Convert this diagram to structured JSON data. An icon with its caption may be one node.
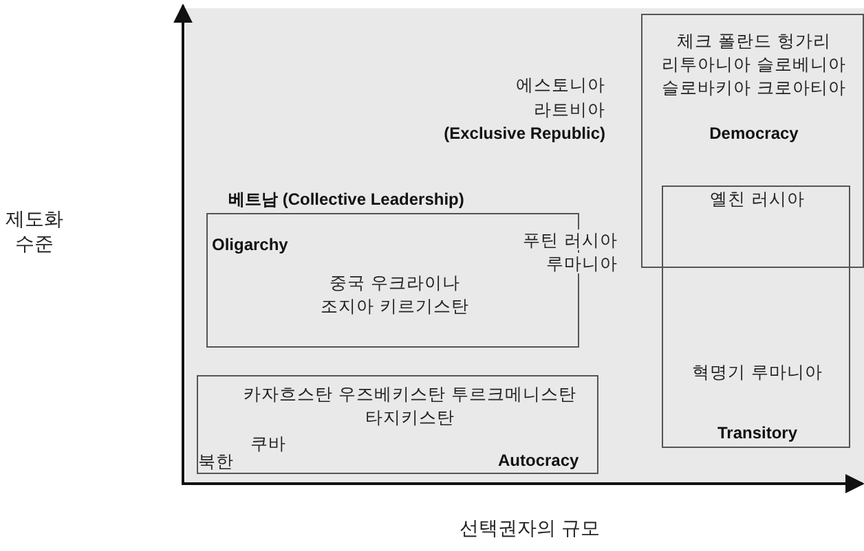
{
  "diagram": {
    "nodes": [
      {
        "text": [
          "체크 폴란드 헝가리 리투아니아 슬로베니아 슬로바키아 크로아티아",
          "Democracy"
        ]
      },
      {
        "text": [
          "옐친 러시아",
          "혁명기 루마니아",
          "Transitory"
        ]
      },
      {
        "text": [
          "베트남 (Collective Leadership)",
          "Oligarchy",
          "중국 우크라이나 조지아 키르기스탄"
        ]
      },
      {
        "text": [
          "카자흐스탄 우즈베키스탄 투르크메니스탄 타지키스탄",
          "쿠바",
          "북한",
          "Autocracy"
        ]
      }
    ],
    "labels": [
      "에스토니아",
      "라트비아",
      "(Exclusive Republic)",
      "푸틴 러시아",
      "루마니아",
      "제도화 수준",
      "선택권자의 규모"
    ]
  }
}
